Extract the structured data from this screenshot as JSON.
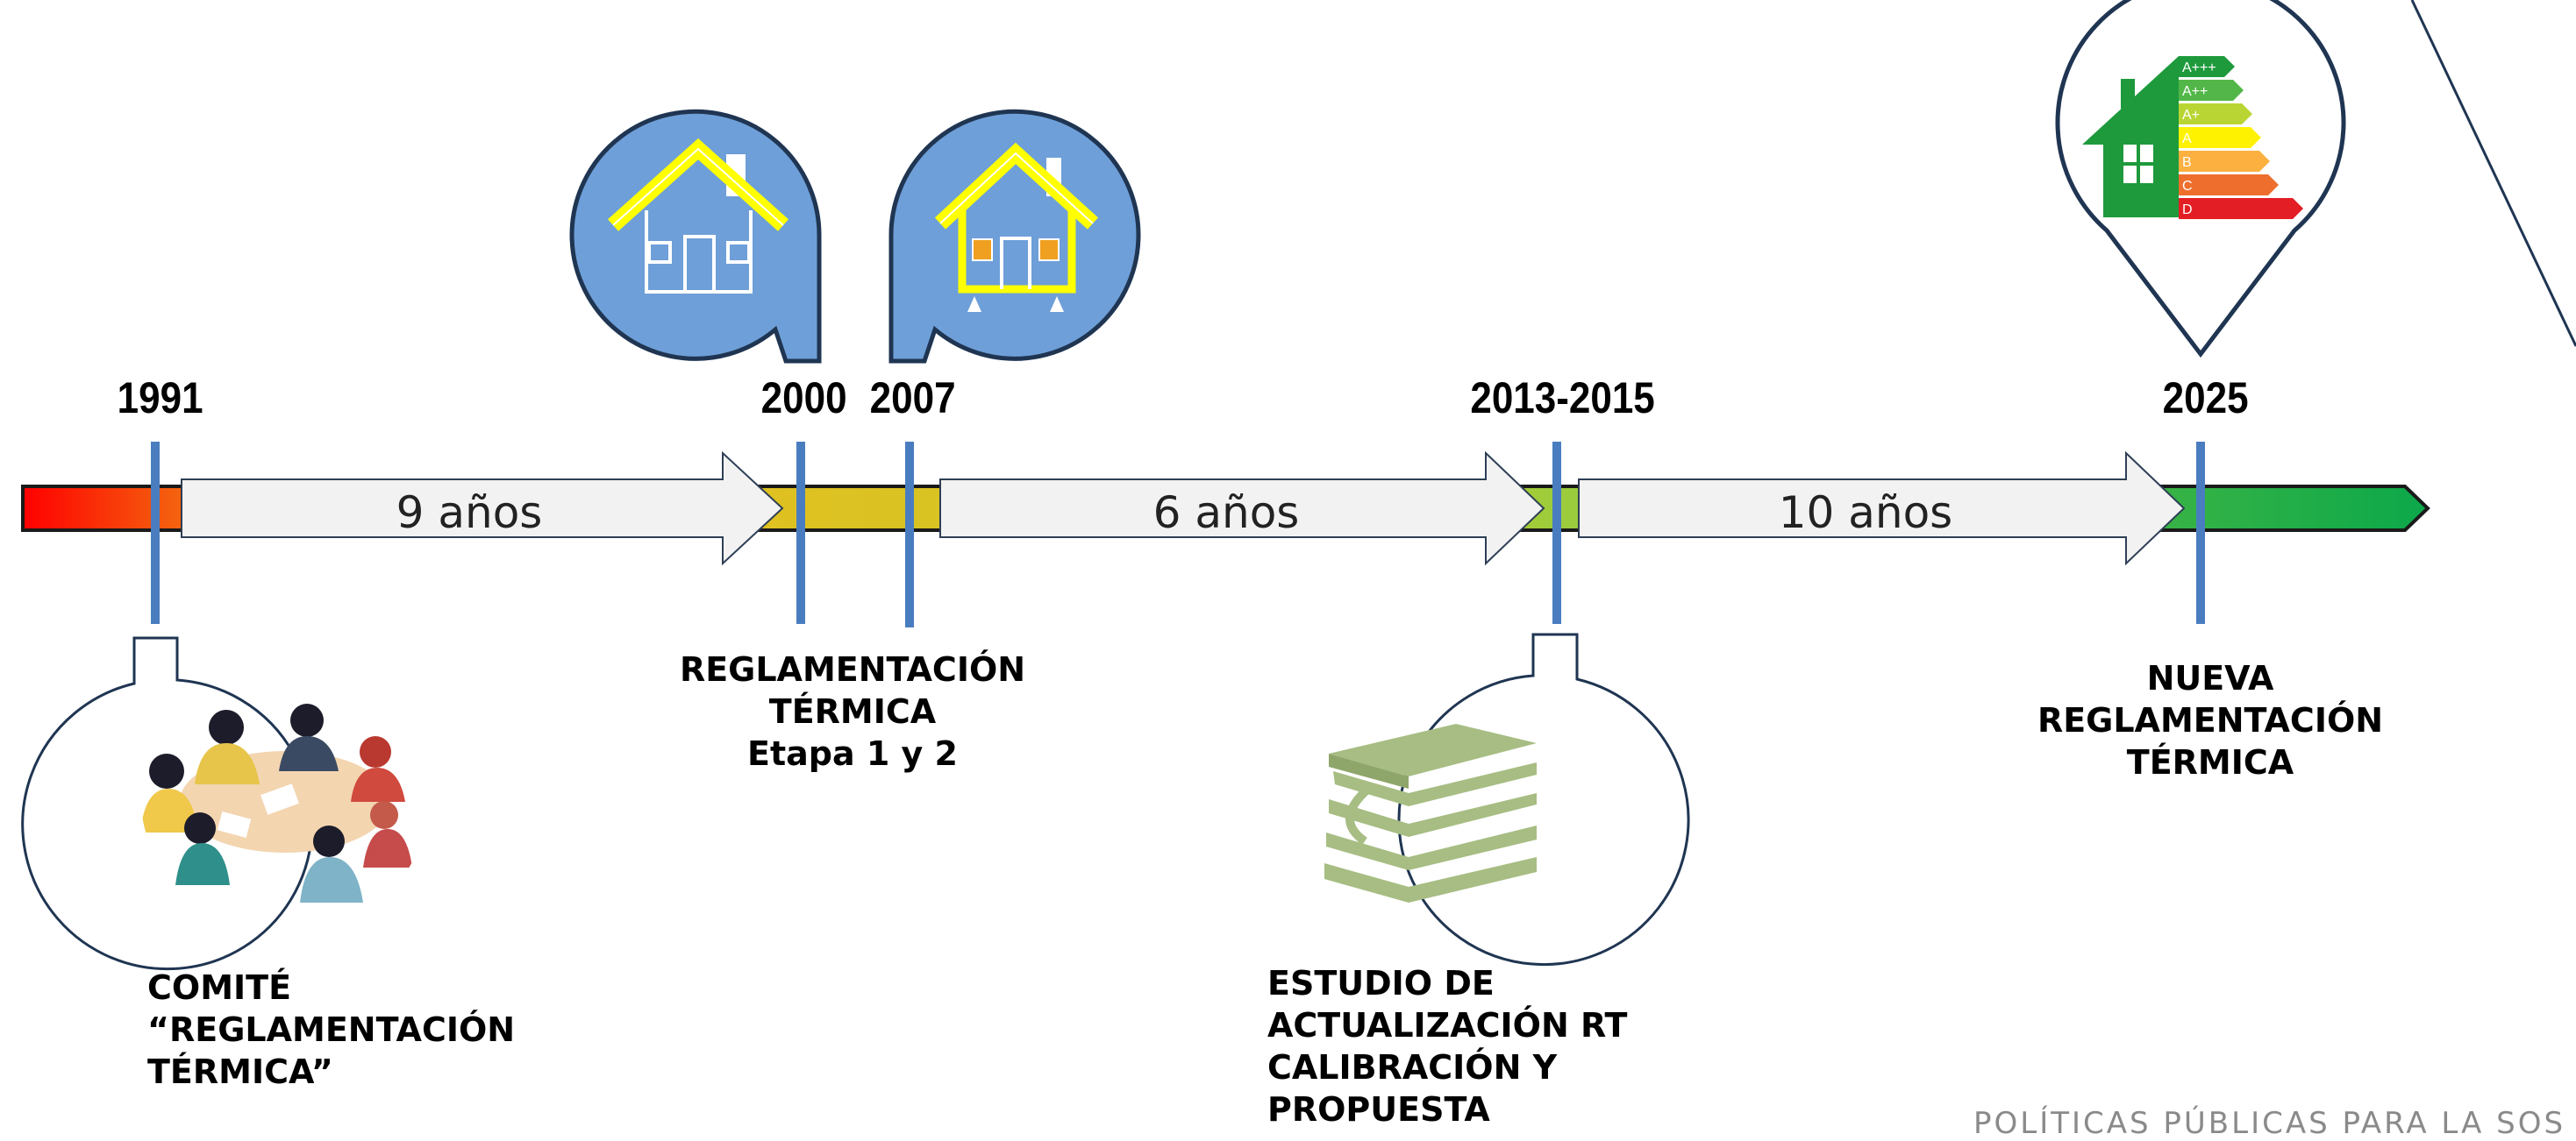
{
  "timeline": {
    "years": [
      "1991",
      "2000",
      "2007",
      "2013-2015",
      "2025"
    ],
    "intervals": [
      "9 años",
      "6 años",
      "10 años"
    ],
    "gradient_colors": [
      "#ff0000",
      "#f36a10",
      "#e2c020",
      "#c8c828",
      "#9ccc3c",
      "#22b14c"
    ]
  },
  "events": {
    "comite": "COMITÉ\n“REGLAMENTACIÓN\nTÉRMICA”",
    "reglamentacion": "REGLAMENTACIÓN\nTÉRMICA\nEtapa 1 y 2",
    "estudio": "ESTUDIO DE\nACTUALIZACIÓN RT\nCALIBRACIÓN Y\nPROPUESTA",
    "nueva": "NUEVA\nREGLAMENTACIÓN\nTÉRMICA"
  },
  "energy_label": {
    "classes": [
      "A+++",
      "A++",
      "A+",
      "A",
      "B",
      "C",
      "D"
    ],
    "colors": [
      "#1e9a3c",
      "#52b748",
      "#b9d534",
      "#fff200",
      "#fbb040",
      "#ee6f2d",
      "#e31e24",
      "#c4161c"
    ]
  },
  "colors": {
    "marker": "#4a7dbf",
    "bubble": "#6e9fd8",
    "house_roof": "#ffff00",
    "book": "#a7bd83",
    "dark_outline": "#1f3552"
  },
  "footer": "POLÍTICAS PÚBLICAS PARA LA SOS"
}
